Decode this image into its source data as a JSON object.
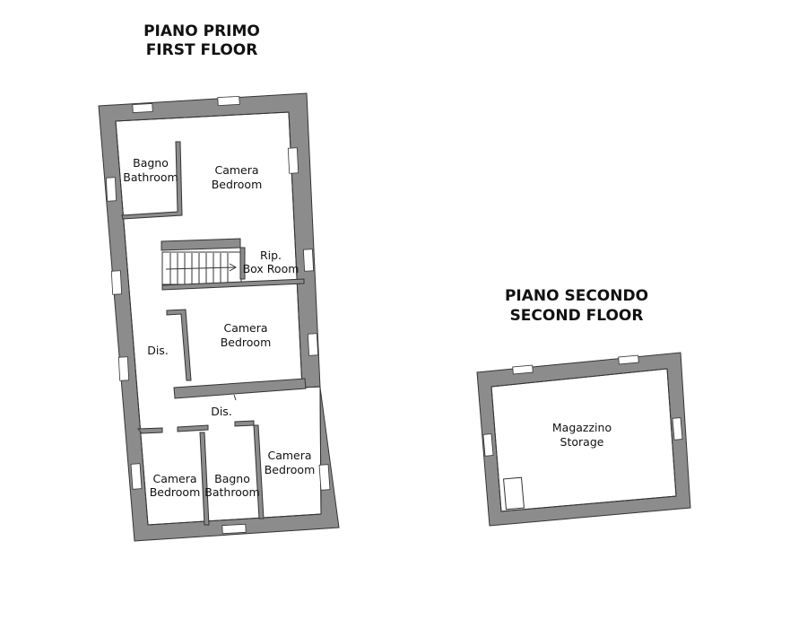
{
  "first_floor": {
    "heading_line1": "PIANO PRIMO",
    "heading_line2": "FIRST FLOOR",
    "rooms": {
      "bathroom_top": [
        "Bagno",
        "Bathroom"
      ],
      "bedroom_top": [
        "Camera",
        "Bedroom"
      ],
      "box_room": [
        "Rip.",
        "Box Room"
      ],
      "bedroom_middle": [
        "Camera",
        "Bedroom"
      ],
      "corridor_left": "Dis.",
      "corridor_bottom": "Dis.",
      "bedroom_bottom_left": [
        "Camera",
        "Bedroom"
      ],
      "bathroom_bottom": [
        "Bagno",
        "Bathroom"
      ],
      "bedroom_bottom_right": [
        "Camera",
        "Bedroom"
      ]
    }
  },
  "second_floor": {
    "heading_line1": "PIANO SECONDO",
    "heading_line2": "SECOND FLOOR",
    "rooms": {
      "storage": [
        "Magazzino",
        "Storage"
      ]
    }
  },
  "colors": {
    "wall": "#8c8c8c",
    "line": "#333333",
    "background": "#ffffff"
  }
}
